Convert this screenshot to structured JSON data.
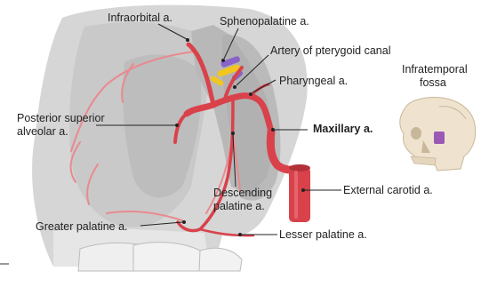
{
  "colors": {
    "artery": "#d9424b",
    "artery_faint": "#e98a8f",
    "bone": "#d3d3d3",
    "bone_dark": "#a9a9a9",
    "nerve_yellow": "#f2c61f",
    "vein_purple": "#8a63c8",
    "skull": "#efe3cf",
    "leader": "#222222"
  },
  "labels": {
    "infraorbital": "Infraorbital a.",
    "sphenopalatine": "Sphenopalatine a.",
    "pterygoid_canal": "Artery of pterygoid canal",
    "pharyngeal": "Pharyngeal a.",
    "maxillary": "Maxillary a.",
    "posterior_superior_alveolar_line1": "Posterior superior",
    "posterior_superior_alveolar_line2": "alveolar a.",
    "descending_palatine_line1": "Descending",
    "descending_palatine_line2": "palatine a.",
    "external_carotid": "External carotid a.",
    "greater_palatine": "Greater palatine a.",
    "lesser_palatine": "Lesser palatine a."
  },
  "inset": {
    "title_line1": "Infratemporal",
    "title_line2": "fossa",
    "icon": "skull-icon"
  }
}
